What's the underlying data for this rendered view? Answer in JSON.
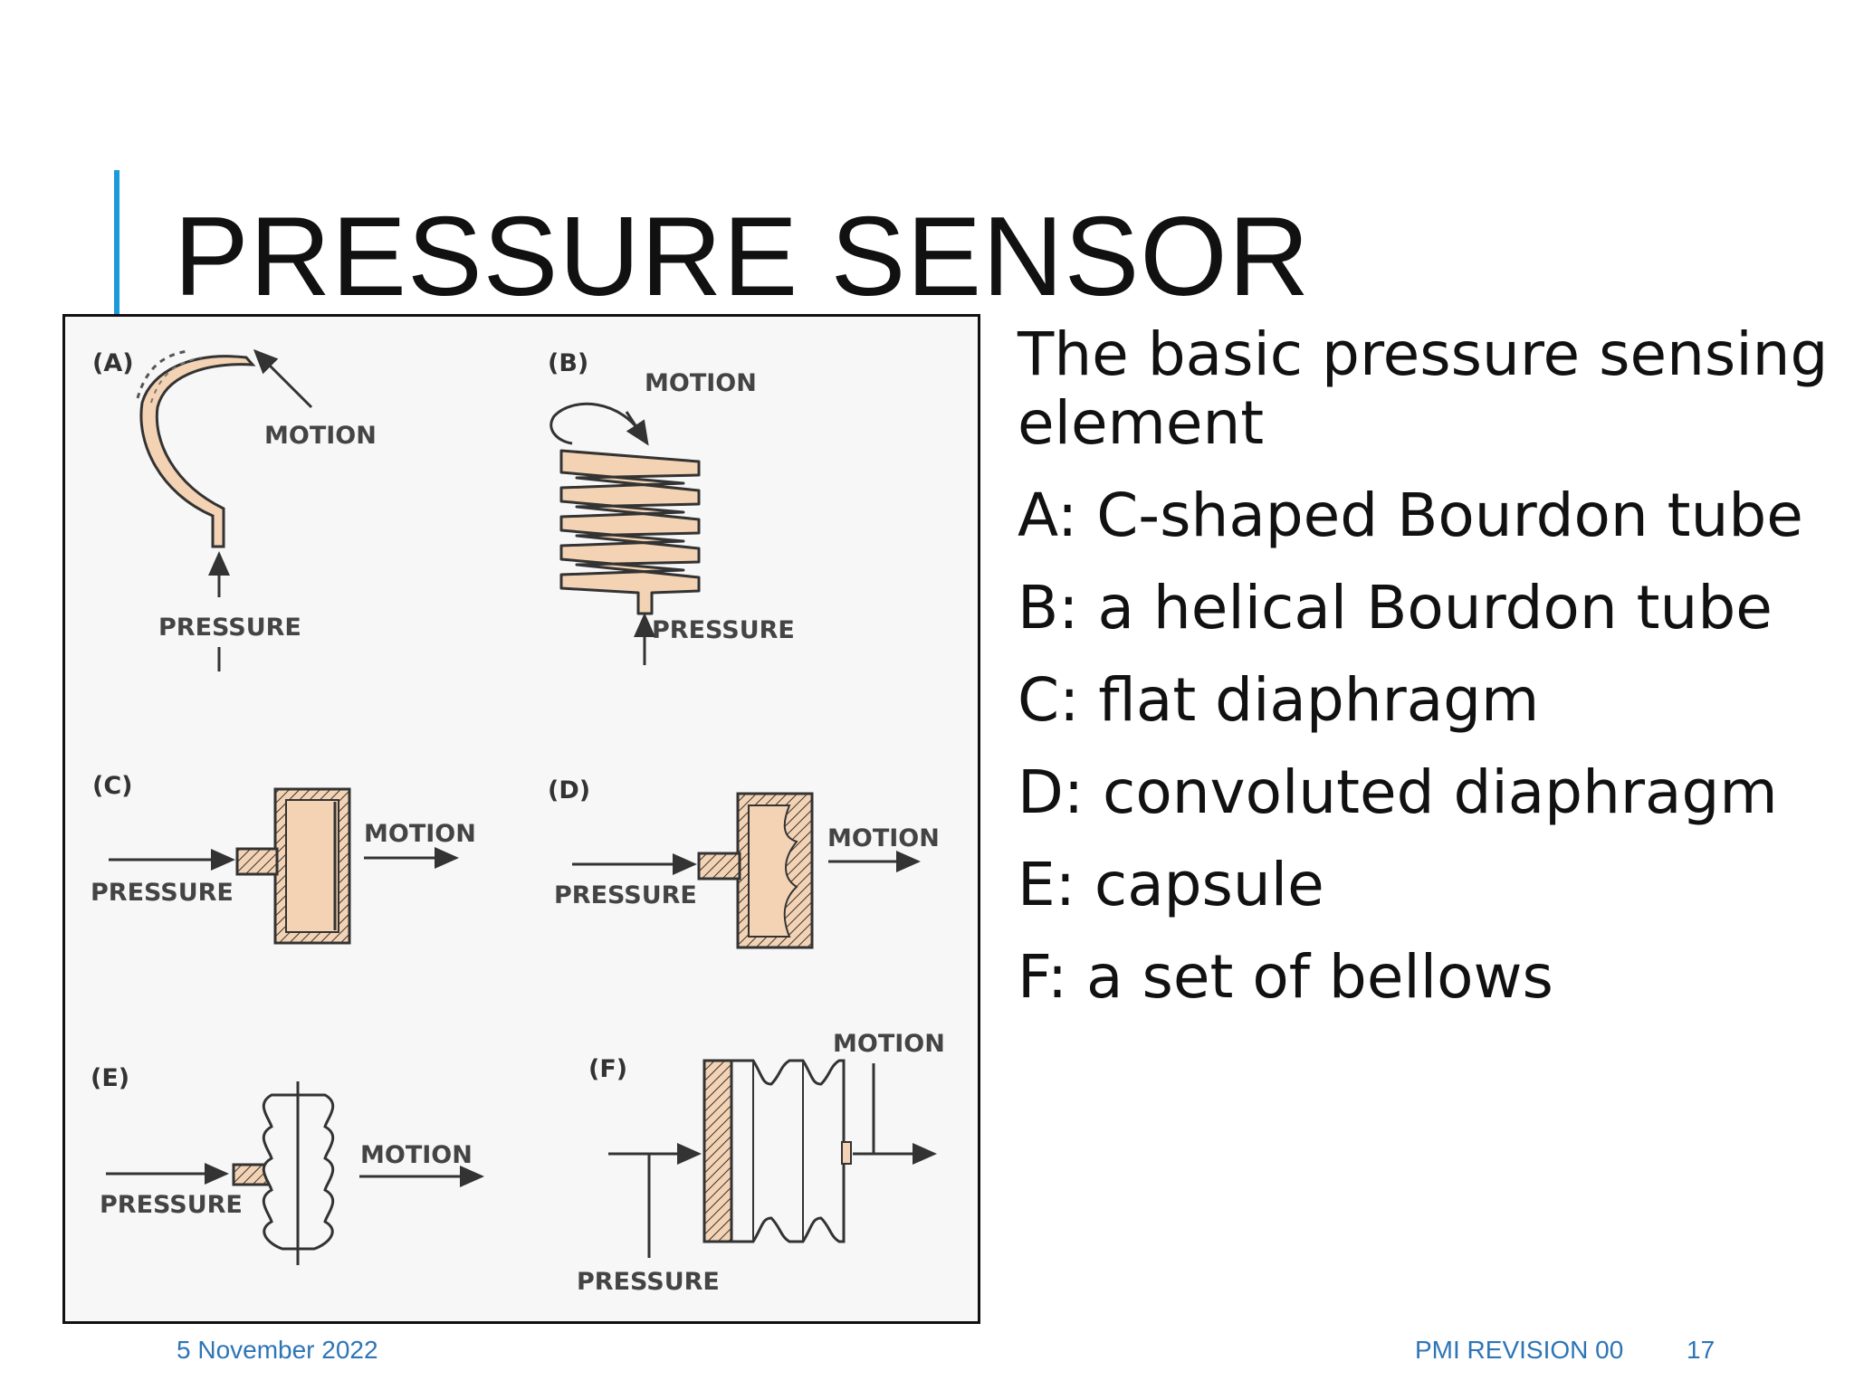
{
  "slide": {
    "title": "PRESSURE SENSOR",
    "accent_color": "#1a9bd7"
  },
  "figure": {
    "labels": {
      "a": "(A)",
      "b": "(B)",
      "c": "(C)",
      "d": "(D)",
      "e": "(E)",
      "f": "(F)"
    },
    "motion_text": "MOTION",
    "pressure_text": "PRESSURE",
    "fill_color": "#f3d3b4"
  },
  "content": {
    "intro": "The basic pressure sensing element",
    "items": [
      "A: C-shaped Bourdon tube",
      "B: a helical Bourdon tube",
      "C: flat diaphragm",
      "D: convoluted diaphragm",
      "E: capsule",
      "F: a set of bellows"
    ]
  },
  "footer": {
    "date": "5 November 2022",
    "revision": "PMI REVISION 00",
    "page_number": "17"
  }
}
